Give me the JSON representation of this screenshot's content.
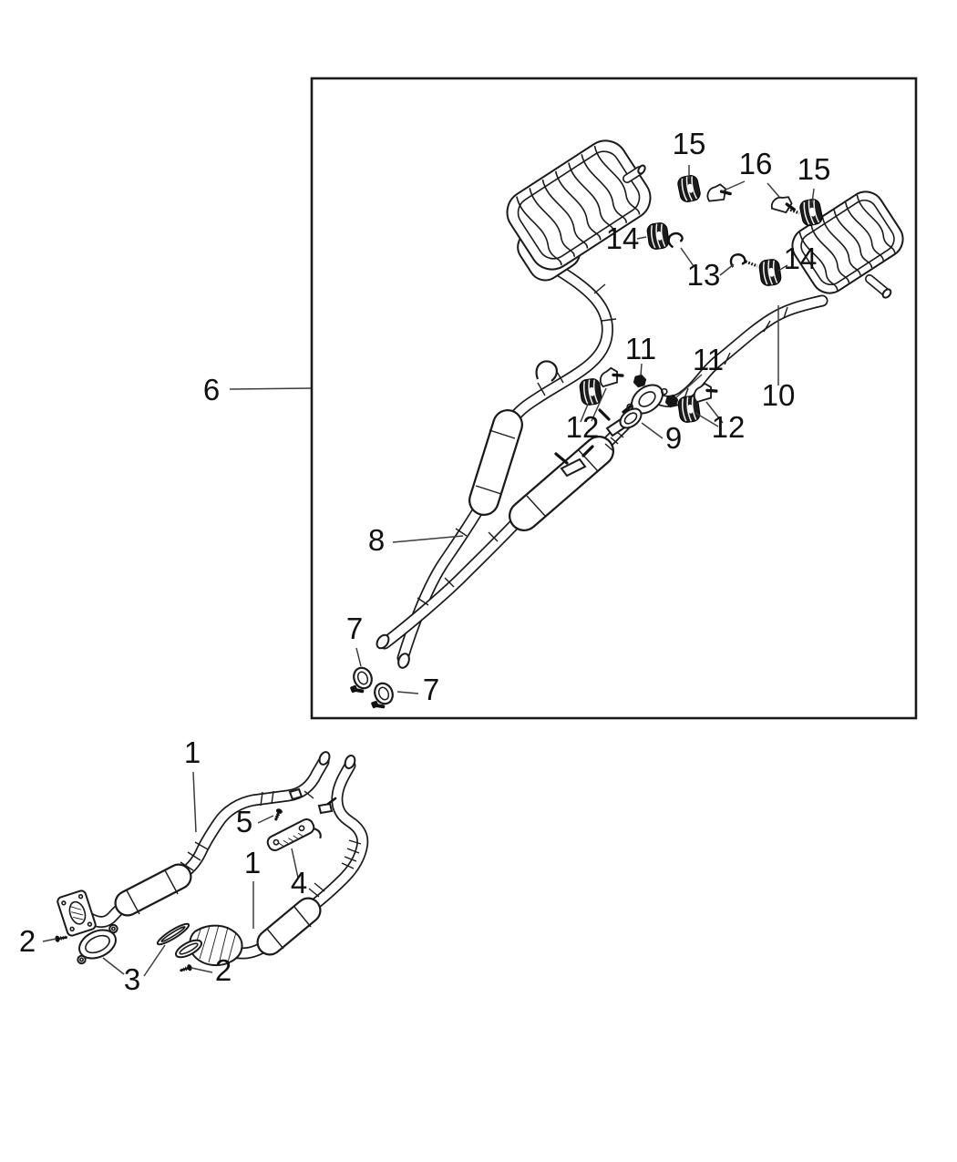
{
  "figure": {
    "type": "exploded-parts-diagram",
    "subject": "exhaust system",
    "colors": {
      "line": "#1a1a1a",
      "leader": "#3c3c3c",
      "background": "#ffffff",
      "label": "#111111"
    }
  },
  "callouts": [
    {
      "label": "6"
    },
    {
      "label": "15"
    },
    {
      "label": "16"
    },
    {
      "label": "15"
    },
    {
      "label": "14"
    },
    {
      "label": "13"
    },
    {
      "label": "14"
    },
    {
      "label": "11"
    },
    {
      "label": "11"
    },
    {
      "label": "12"
    },
    {
      "label": "9"
    },
    {
      "label": "12"
    },
    {
      "label": "10"
    },
    {
      "label": "8"
    },
    {
      "label": "7"
    },
    {
      "label": "7"
    },
    {
      "label": "1"
    },
    {
      "label": "1"
    },
    {
      "label": "5"
    },
    {
      "label": "4"
    },
    {
      "label": "2"
    },
    {
      "label": "2"
    },
    {
      "label": "3"
    }
  ]
}
